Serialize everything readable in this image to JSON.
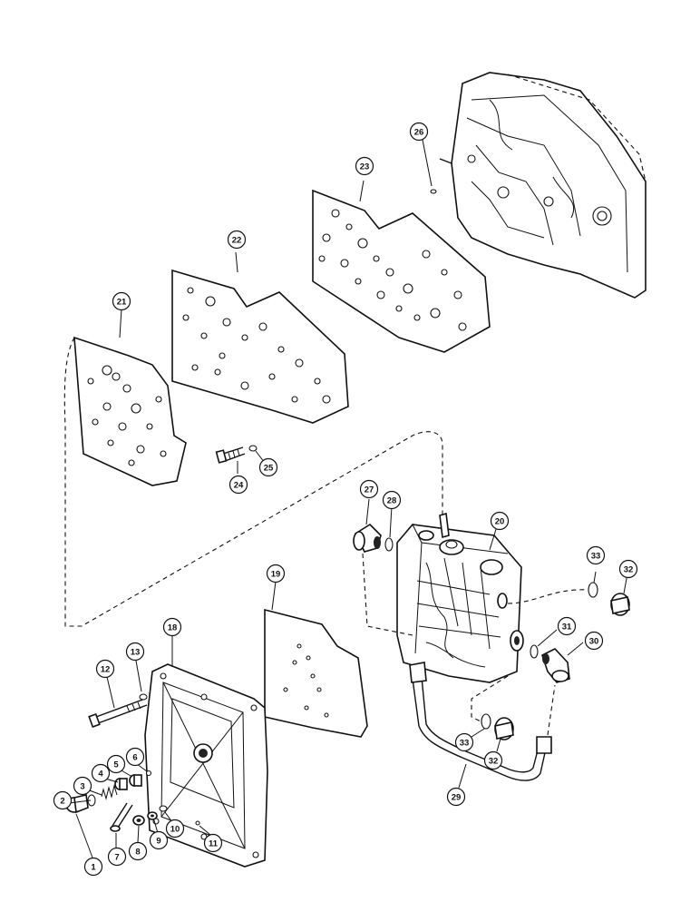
{
  "callouts": [
    {
      "id": "c1",
      "label": "1"
    },
    {
      "id": "c2",
      "label": "2"
    },
    {
      "id": "c3",
      "label": "3"
    },
    {
      "id": "c4",
      "label": "4"
    },
    {
      "id": "c5",
      "label": "5"
    },
    {
      "id": "c6",
      "label": "6"
    },
    {
      "id": "c7",
      "label": "7"
    },
    {
      "id": "c8",
      "label": "8"
    },
    {
      "id": "c9",
      "label": "9"
    },
    {
      "id": "c10",
      "label": "10"
    },
    {
      "id": "c11",
      "label": "11"
    },
    {
      "id": "c12",
      "label": "12"
    },
    {
      "id": "c13",
      "label": "13"
    },
    {
      "id": "c18",
      "label": "18"
    },
    {
      "id": "c19",
      "label": "19"
    },
    {
      "id": "c20",
      "label": "20"
    },
    {
      "id": "c21",
      "label": "21"
    },
    {
      "id": "c22",
      "label": "22"
    },
    {
      "id": "c23",
      "label": "23"
    },
    {
      "id": "c24",
      "label": "24"
    },
    {
      "id": "c25",
      "label": "25"
    },
    {
      "id": "c26",
      "label": "26"
    },
    {
      "id": "c27",
      "label": "27"
    },
    {
      "id": "c28",
      "label": "28"
    },
    {
      "id": "c29",
      "label": "29"
    },
    {
      "id": "c30",
      "label": "30"
    },
    {
      "id": "c31",
      "label": "31"
    },
    {
      "id": "c32a",
      "label": "32"
    },
    {
      "id": "c32b",
      "label": "32"
    },
    {
      "id": "c33a",
      "label": "33"
    },
    {
      "id": "c33b",
      "label": "33"
    }
  ]
}
